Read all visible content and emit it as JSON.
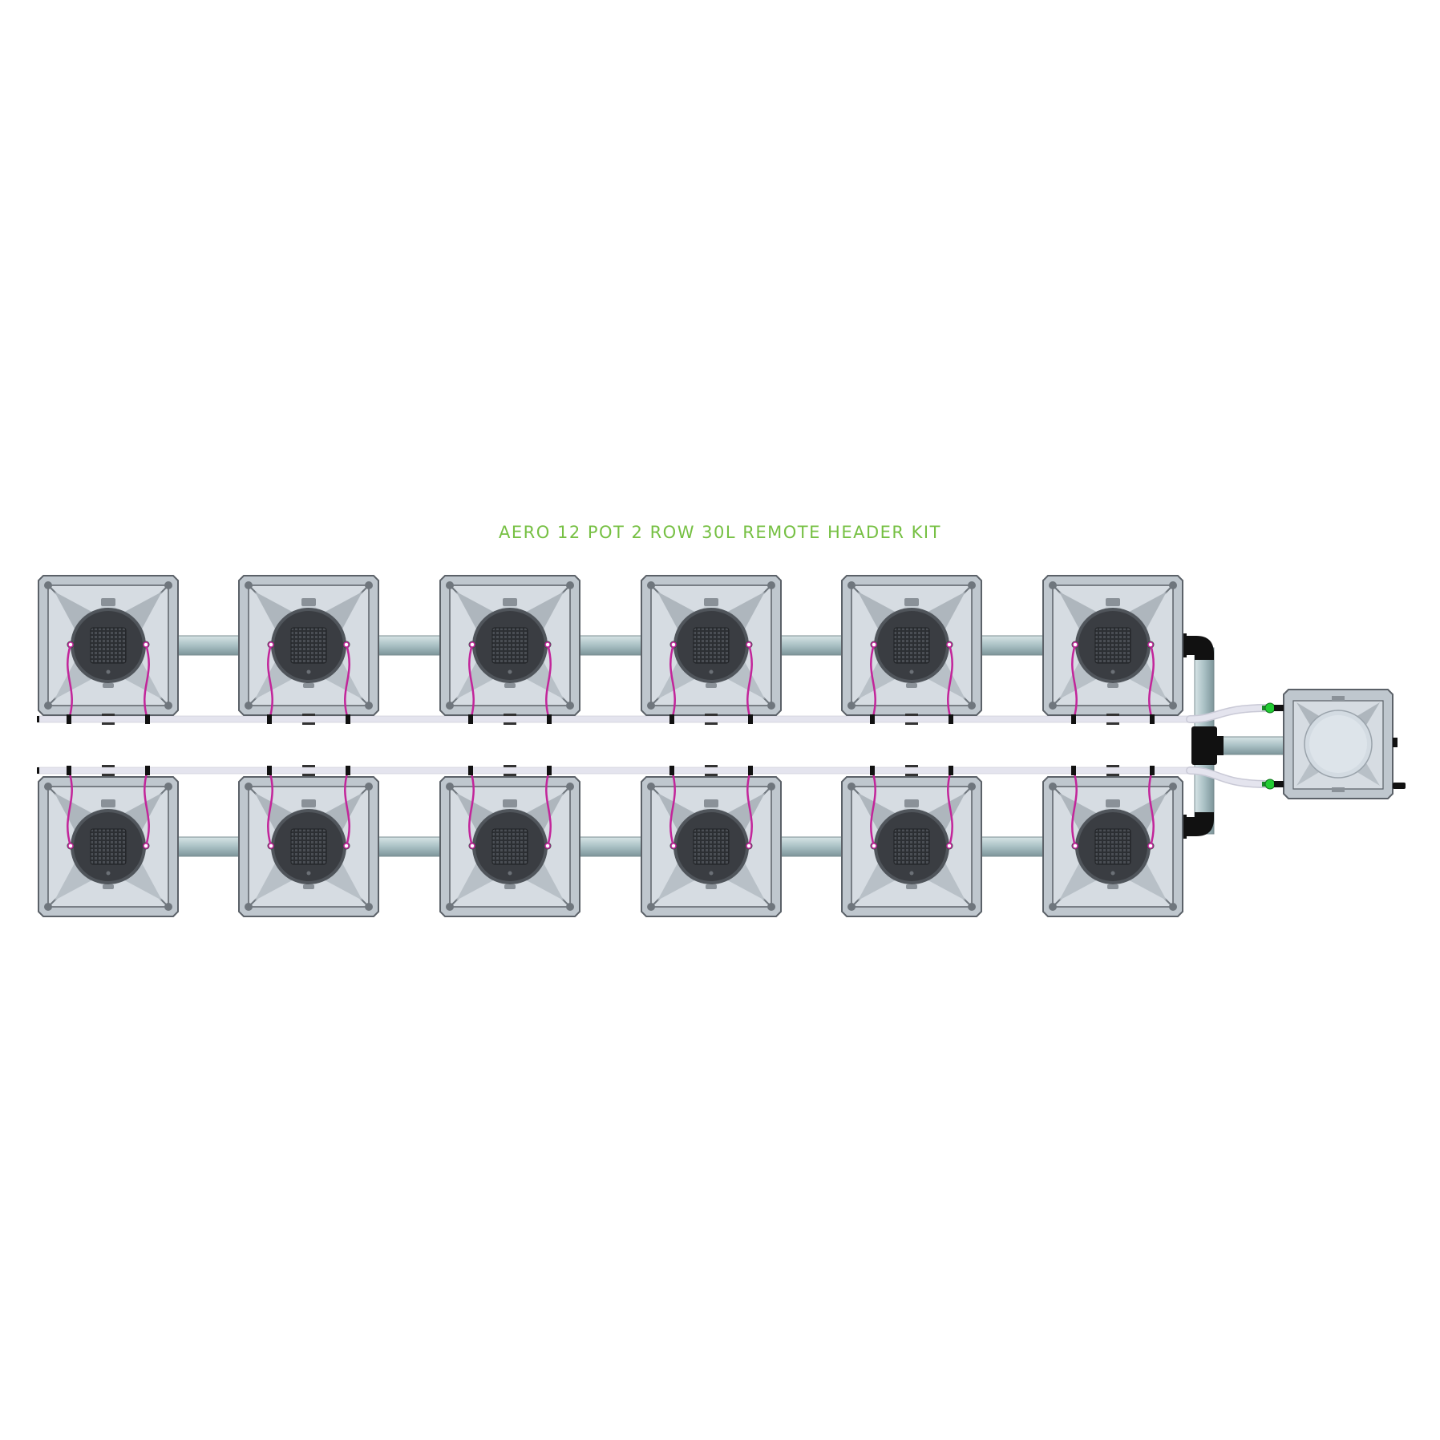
{
  "diagram": {
    "title": "AERO 12 POT 2 ROW 30L REMOTE HEADER KIT",
    "title_color": "#76c043",
    "layout": {
      "rows": 2,
      "pots_per_row": 6
    },
    "components": {
      "pot": {
        "count": 12,
        "icon": "pot-square-icon"
      },
      "header_tank": {
        "count": 1,
        "icon": "header-tank-icon"
      },
      "feed_line": {
        "icon": "white-feed-hose"
      },
      "spray_line": {
        "icon": "magenta-spray-line"
      }
    },
    "colors": {
      "pot_body": "#bfc7ce",
      "pot_inner": "#d6dce2",
      "pot_outline": "#5b6168",
      "net_cup": "#3a3d42",
      "pipe": "#a9c0c4",
      "spray_line": "#c2259a",
      "feed_hose": "#e4e4ee",
      "fitting": "#111111",
      "valve": "#22cc33"
    }
  }
}
